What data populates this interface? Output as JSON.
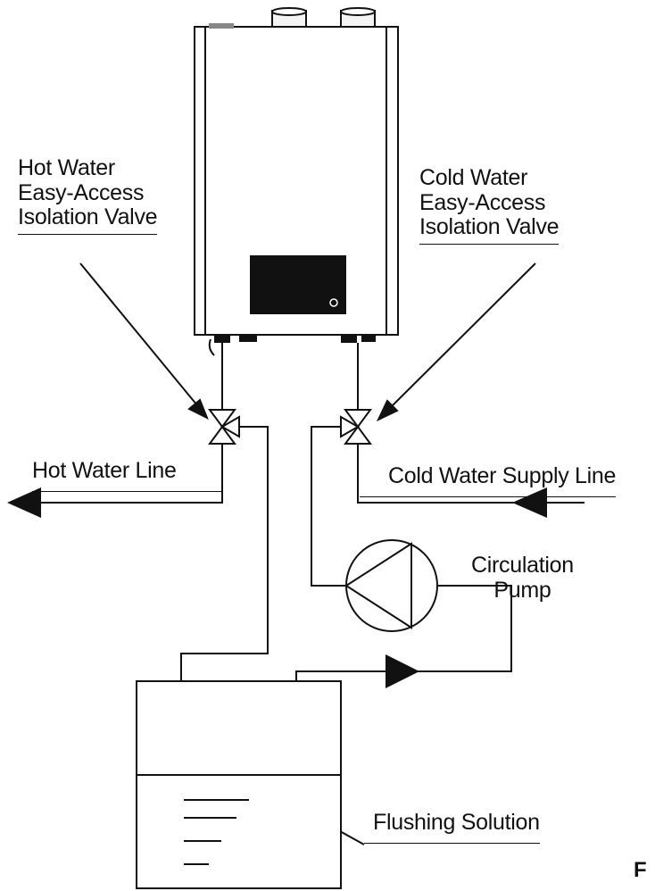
{
  "labels": {
    "hot_valve": [
      "Hot Water",
      "Easy-Access",
      "Isolation Valve"
    ],
    "cold_valve": [
      "Cold Water",
      "Easy-Access",
      "Isolation Valve"
    ],
    "hot_line": "Hot Water Line",
    "cold_line": "Cold Water Supply Line",
    "pump": [
      "Circulation",
      "Pump"
    ],
    "flushing": "Flushing Solution",
    "figure_letter": "F"
  }
}
